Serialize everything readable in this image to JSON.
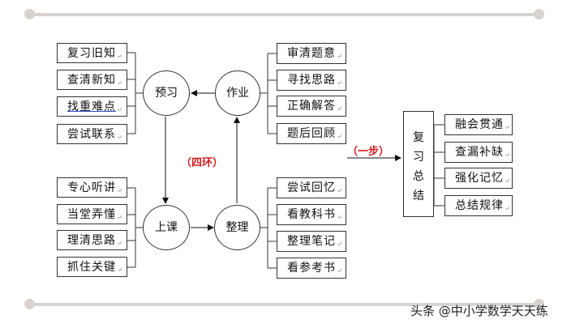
{
  "left_top": [
    "复习旧知",
    "查清新知",
    "找重难点",
    "尝试联系"
  ],
  "left_bottom": [
    "专心听讲",
    "当堂弄懂",
    "理清思路",
    "抓住关键"
  ],
  "right_top": [
    "审清题意",
    "寻找思路",
    "正确解答",
    "题后回顾"
  ],
  "right_bottom": [
    "尝试回忆",
    "看教科书",
    "整理笔记",
    "看参考书"
  ],
  "far_right": [
    "融会贯通",
    "查漏补缺",
    "强化记忆",
    "总结规律"
  ],
  "cycle": {
    "preview": "预习",
    "class": "上课",
    "organize": "整理",
    "homework": "作业"
  },
  "labels": {
    "four_rings": "（四环）",
    "one_step": "（一步）"
  },
  "summary_chars": [
    "复",
    "习",
    "总",
    "结"
  ],
  "mark": "↵",
  "watermark": "头条 @中小学数学天天练"
}
